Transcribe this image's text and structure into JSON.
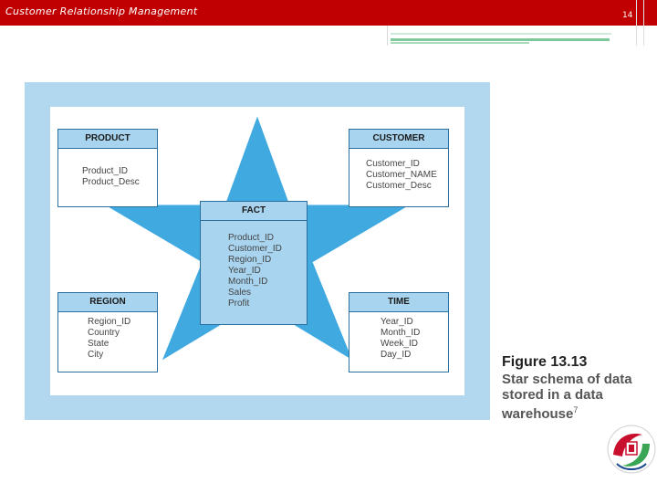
{
  "header": {
    "title": "Customer Relationship Management",
    "slide_number": "14"
  },
  "diagram": {
    "entities": {
      "product": {
        "name": "PRODUCT",
        "attributes": [
          "Product_ID",
          "Product_Desc"
        ]
      },
      "customer": {
        "name": "CUSTOMER",
        "attributes": [
          "Customer_ID",
          "Customer_NAME",
          "Customer_Desc"
        ]
      },
      "fact": {
        "name": "FACT",
        "attributes": [
          "Product_ID",
          "Customer_ID",
          "Region_ID",
          "Year_ID",
          "Month_ID",
          "Sales",
          "Profit"
        ]
      },
      "region": {
        "name": "REGION",
        "attributes": [
          "Region_ID",
          "Country",
          "State",
          "City"
        ]
      },
      "time": {
        "name": "TIME",
        "attributes": [
          "Year_ID",
          "Month_ID",
          "Week_ID",
          "Day_ID"
        ]
      }
    }
  },
  "caption": {
    "figure_label": "Figure 13.13",
    "text": "Star schema of data stored in a data warehouse",
    "footnote_mark": "7"
  },
  "colors": {
    "header_bar": "#c00000",
    "star_fill": "#3fa9e0",
    "panel_bg": "#b2d8ef",
    "entity_header": "#a8d4ef"
  }
}
